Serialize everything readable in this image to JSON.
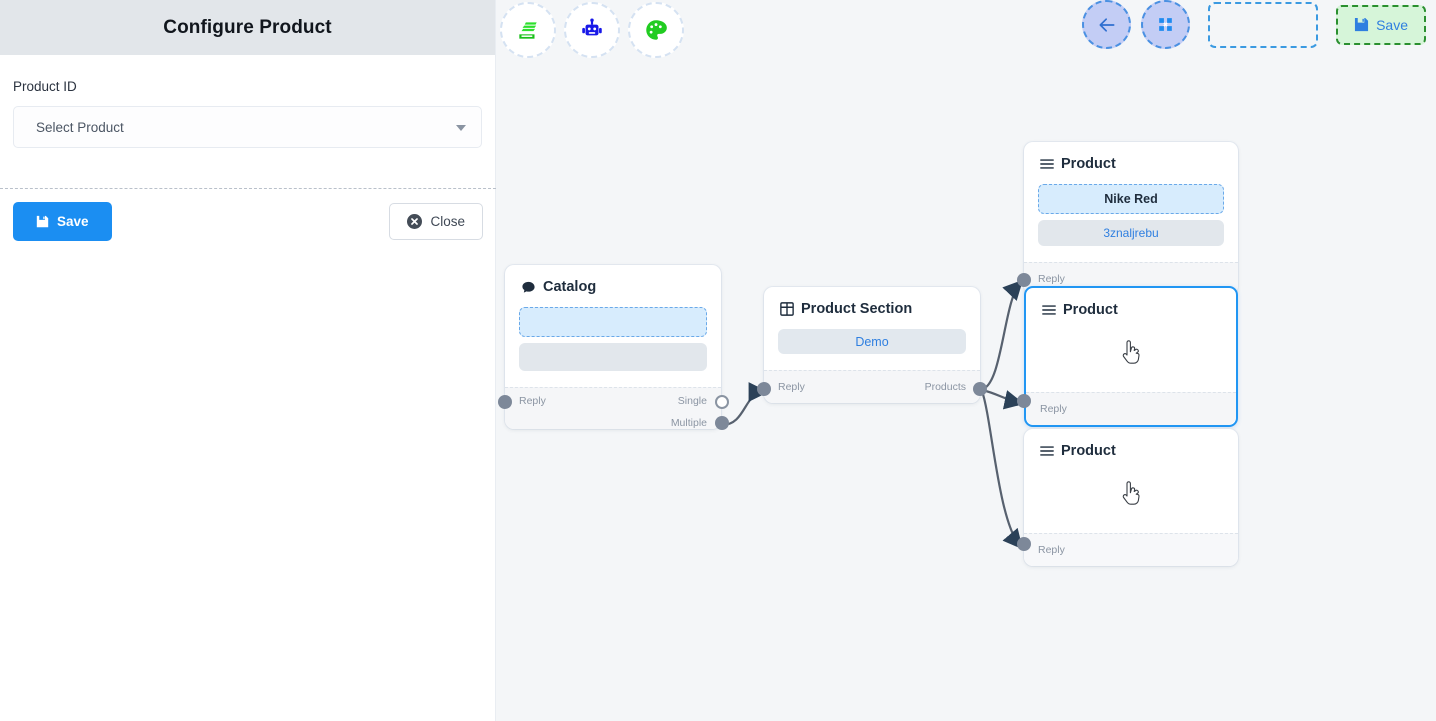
{
  "panel": {
    "title": "Configure Product",
    "field_label": "Product ID",
    "select_value": "Select Product",
    "save_label": "Save",
    "close_label": "Close"
  },
  "canvas": {
    "toolbar_left": [
      {
        "name": "stack-icon",
        "title": "Stack"
      },
      {
        "name": "robot-icon",
        "title": "Bot"
      },
      {
        "name": "palette-icon",
        "title": "Theme"
      }
    ],
    "toolbar_right": {
      "back_label": "",
      "fit_label": "",
      "save_label": "Save"
    }
  },
  "nodes": {
    "catalog": {
      "title": "Catalog",
      "reply_label": "Reply",
      "single_label": "Single",
      "multiple_label": "Multiple"
    },
    "product_section": {
      "title": "Product Section",
      "demo_label": "Demo",
      "reply_label": "Reply",
      "products_label": "Products"
    },
    "product_1": {
      "title": "Product",
      "chip_dashed": "Nike Red",
      "chip_solid": "3znaljrebu",
      "reply_label": "Reply"
    },
    "product_2": {
      "title": "Product",
      "reply_label": "Reply"
    },
    "product_3": {
      "title": "Product",
      "reply_label": "Reply"
    }
  },
  "colors": {
    "primary": "#1b8ef2",
    "canvas_bg": "#f4f6f8",
    "selected_border": "#2196f3",
    "port": "#7d8899",
    "edge": "#57616f"
  }
}
